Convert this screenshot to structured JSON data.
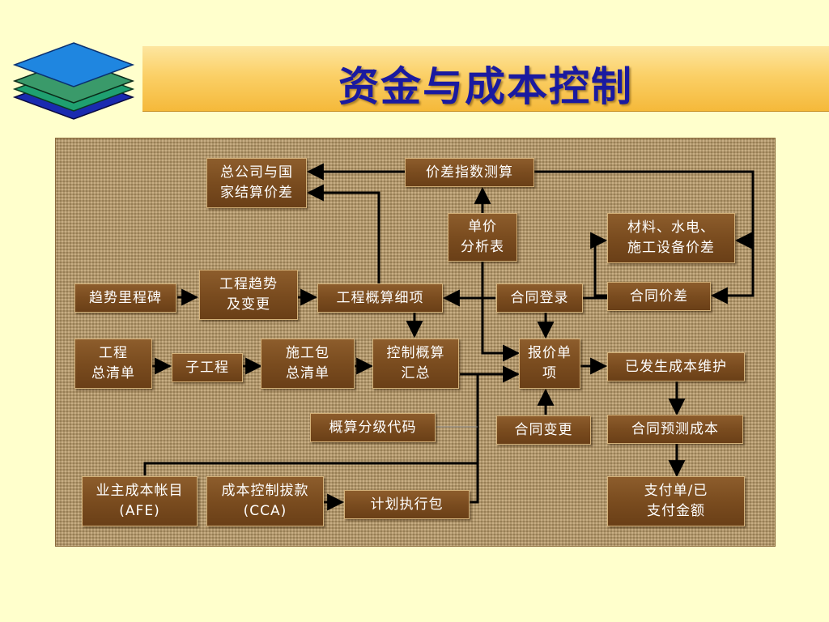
{
  "slide": {
    "title": "资金与成本控制"
  },
  "boxes": {
    "parent_company_settlement": [
      "总公司与国",
      "家结算价差"
    ],
    "price_index_calc": [
      "价差指数测算"
    ],
    "unit_price_analysis": [
      "单价",
      "分析表"
    ],
    "material_price_diff": [
      "材料、水电、",
      "施工设备价差"
    ],
    "trend_milestone": [
      "趋势里程碑"
    ],
    "trend_changes": [
      "工程趋势",
      "及变更"
    ],
    "estimate_items": [
      "工程概算细项"
    ],
    "contract_register": [
      "合同登录"
    ],
    "contract_price_diff": [
      "合同价差"
    ],
    "project_master_list": [
      "工程",
      "总清单"
    ],
    "subproject": [
      "子工程"
    ],
    "work_package_list": [
      "施工包",
      "总清单"
    ],
    "control_estimate_summary": [
      "控制概算",
      "汇总"
    ],
    "quote_item": [
      "报价单",
      "项"
    ],
    "incurred_cost_maintenance": [
      "已发生成本维护"
    ],
    "estimate_level_code": [
      "概算分级代码"
    ],
    "contract_change": [
      "合同变更"
    ],
    "contract_forecast_cost": [
      "合同预测成本"
    ],
    "owner_cost_account": [
      "业主成本帐目",
      "(AFE)"
    ],
    "cost_control_allocation": [
      "成本控制拔款",
      "(CCA)"
    ],
    "plan_execution_package": [
      "计划执行包"
    ],
    "payment": [
      "支付单/已",
      "支付金额"
    ]
  },
  "colors": {
    "background": "#ffffcc",
    "title_text": "#1a1aa0",
    "title_bar": "#fbd067",
    "box_fill": "#7a4c1f",
    "box_text": "#ffffff",
    "connector": "#000000"
  }
}
